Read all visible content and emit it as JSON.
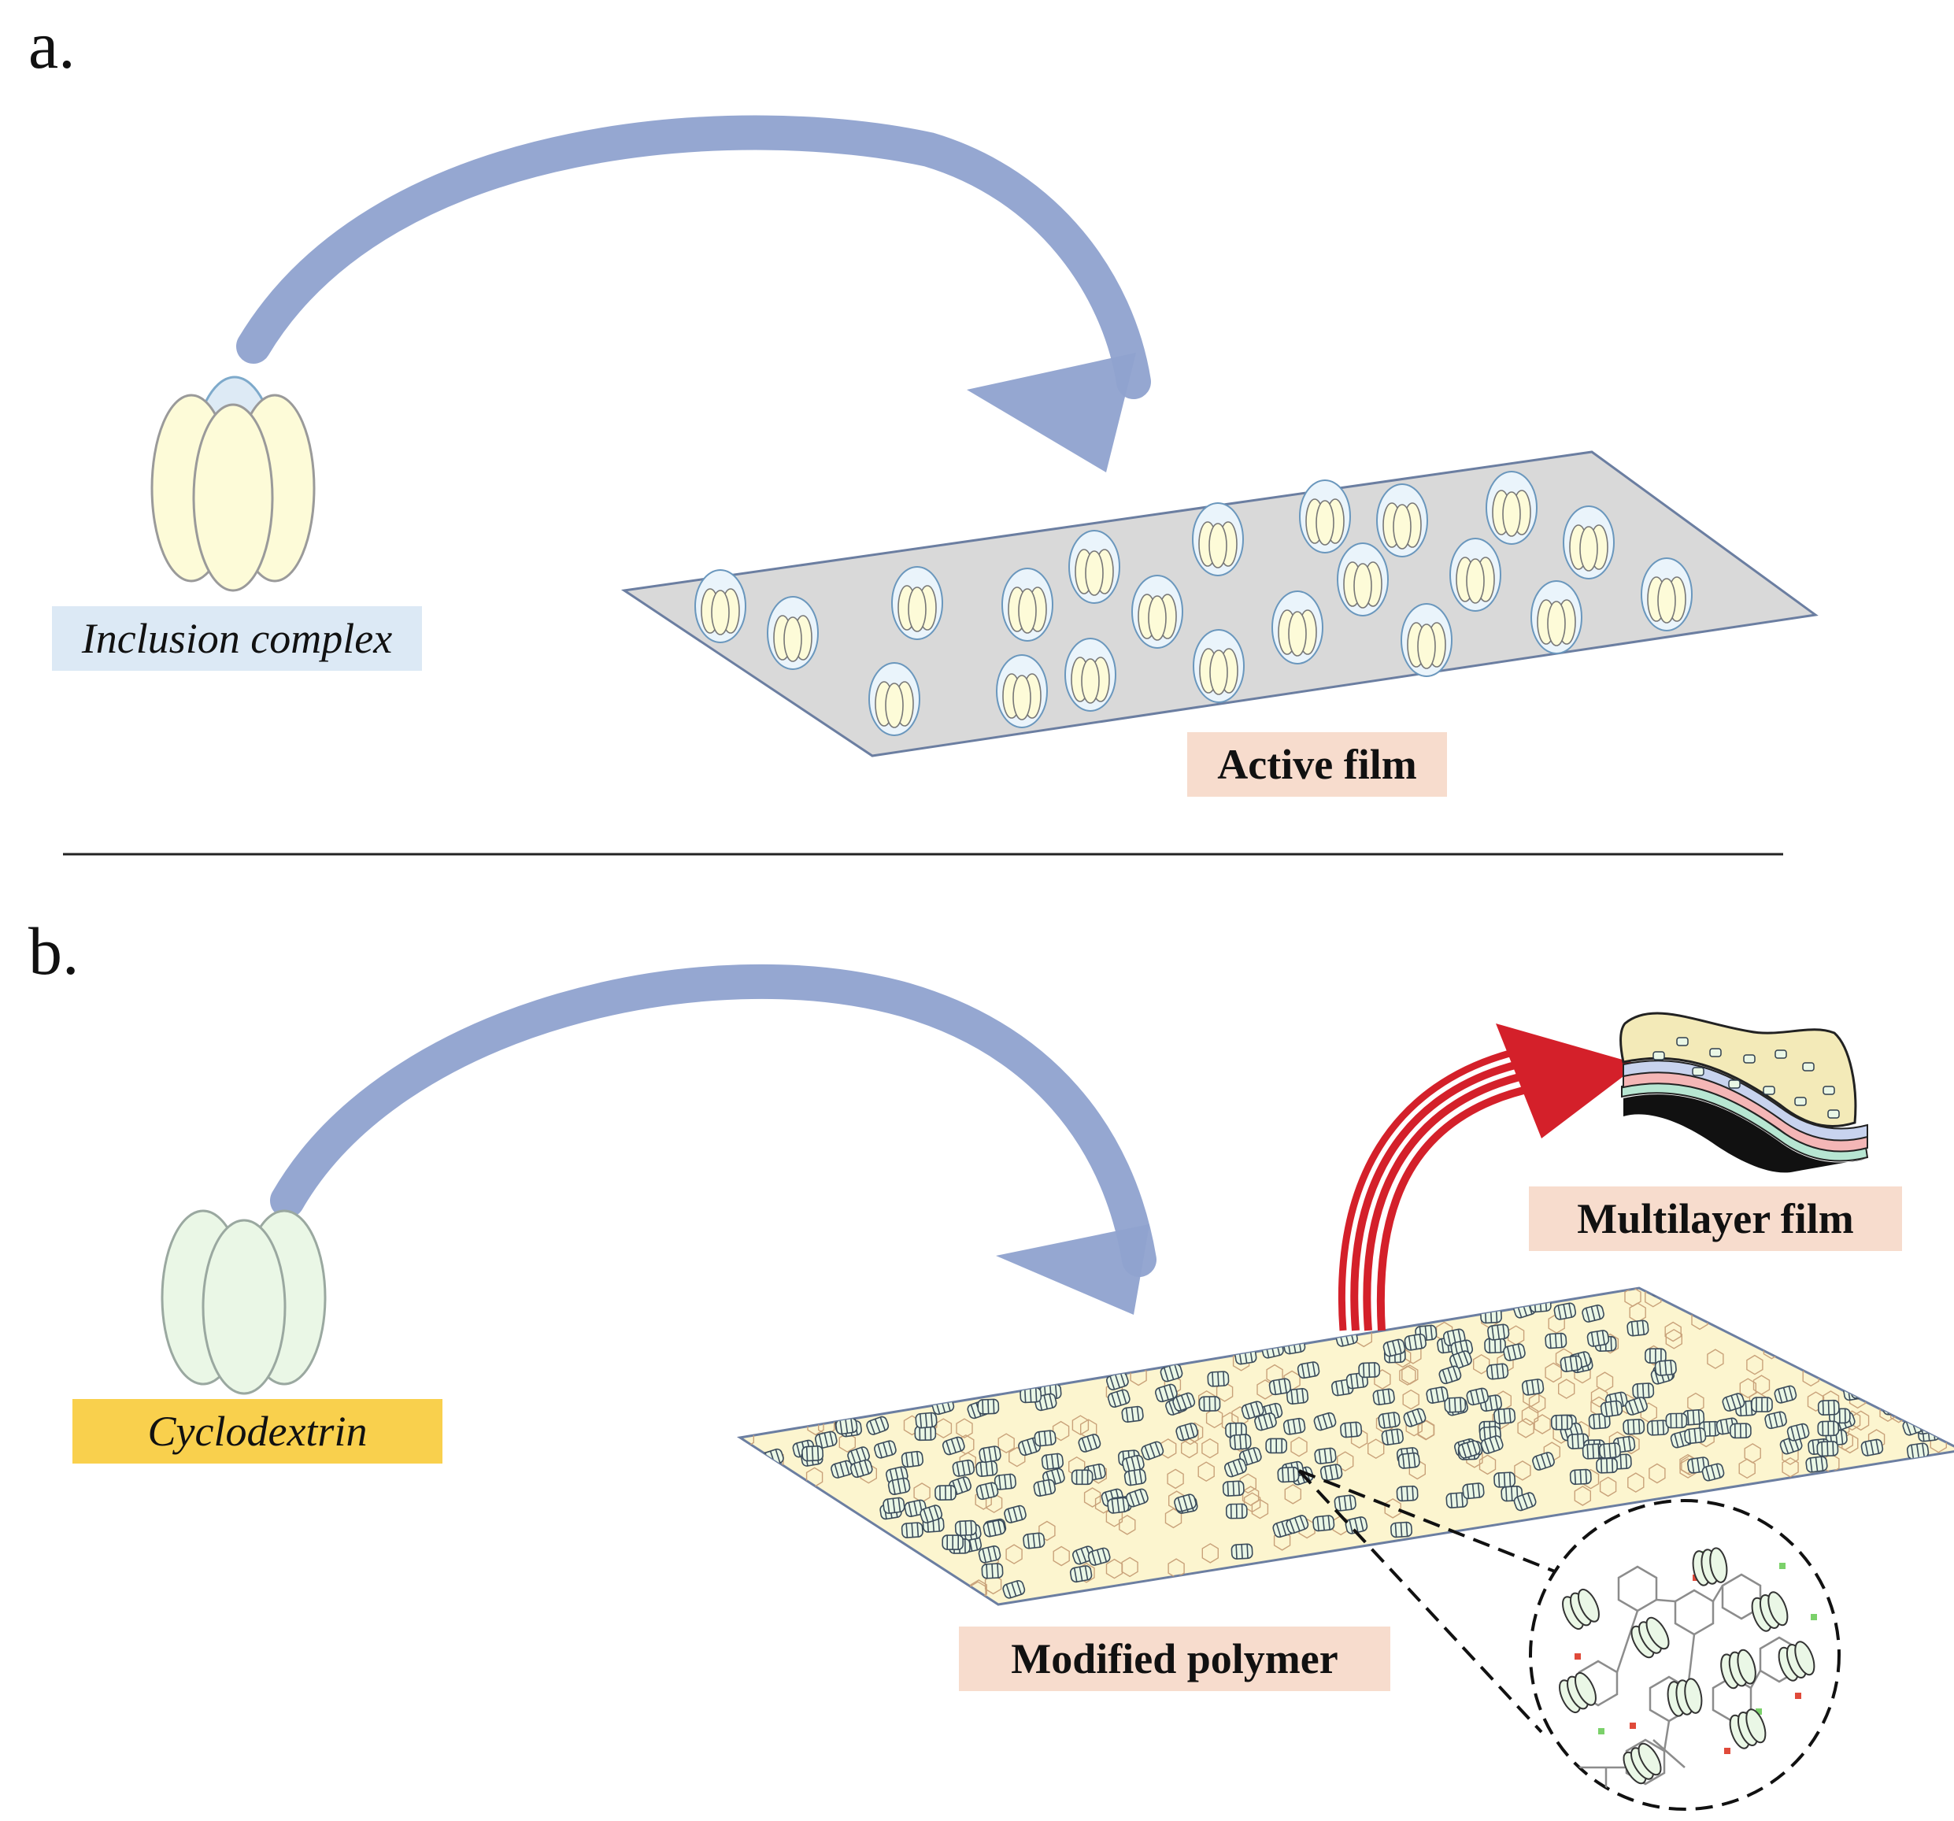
{
  "panels": {
    "a": {
      "letter": "a.",
      "source_label": "Inclusion complex",
      "target_label": "Active film"
    },
    "b": {
      "letter": "b.",
      "source_label": "Cyclodextrin",
      "target_label": "Modified polymer",
      "output_label": "Multilayer film"
    }
  },
  "colors": {
    "process_arrow": "#8fa2cf",
    "output_arrow": "#d4202a",
    "inclusion_label_bg": "#dce9f5",
    "active_film_label_bg": "#f7dccd",
    "cyclodextrin_label_bg": "#f9d04d",
    "modified_polymer_label_bg": "#f7dccd",
    "multilayer_label_bg": "#f7dccd",
    "film_a_fill": "#d9d9d9",
    "film_b_fill": "#fcf5cf",
    "cd_yellow": "#fdfbd8",
    "cd_green": "#eaf7e6",
    "cd_shell_blue": "#cfe4f3"
  }
}
